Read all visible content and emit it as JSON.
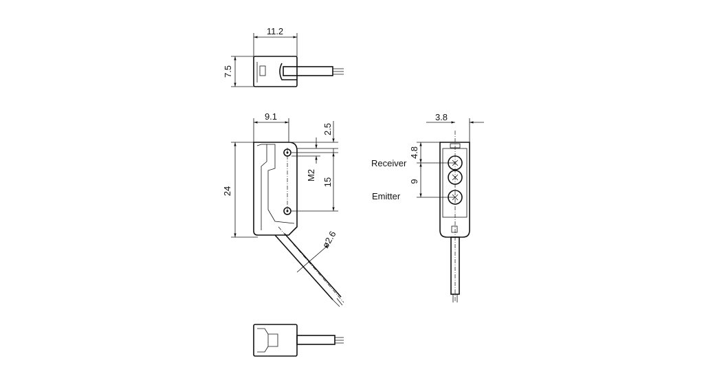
{
  "top_view": {
    "width_dim": "11.2",
    "height_dim": "7.5"
  },
  "side_view": {
    "width_dim": "9.1",
    "height_dim": "24",
    "offset_dim": "2.5",
    "hole_spacing_dim": "15",
    "thread_label": "M2",
    "cable_diameter_dim": "ø2.6"
  },
  "front_view": {
    "depth_dim": "3.8",
    "receiver_offset_dim": "4.8",
    "emitter_spacing_dim": "9",
    "receiver_label": "Receiver",
    "emitter_label": "Emitter"
  },
  "colors": {
    "line": "#111111",
    "background": "#ffffff"
  }
}
